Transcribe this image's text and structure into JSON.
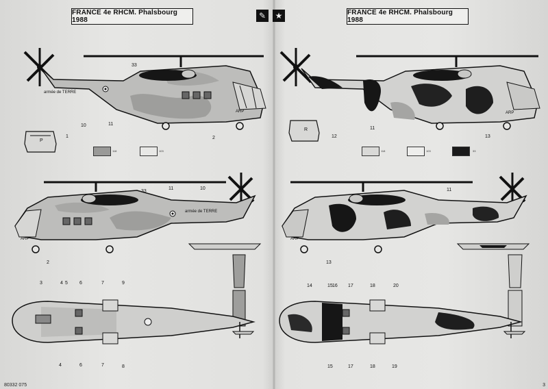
{
  "left_panel": {
    "title": "FRANCE 4e RHCM. Phalsbourg 1988",
    "callouts": {
      "c33": "33",
      "c10": "10",
      "c11": "11",
      "c1": "1",
      "c2": "2",
      "c33b": "33",
      "c11b": "11",
      "c10b": "10",
      "c2b": "2",
      "c3": "3",
      "c4": "4",
      "c5": "5",
      "c6": "6",
      "c7": "7",
      "c9": "9",
      "c4b": "4",
      "c6b": "6",
      "c7b": "7",
      "c8": "8"
    },
    "markings": {
      "armee": "armée de TERRE",
      "armee_b": "armée de TERRE",
      "arp": "ARP",
      "arp_b": "ARP",
      "p": "P"
    },
    "swatches": [
      {
        "label": "118",
        "color": "#9a9a98"
      },
      {
        "label": "103",
        "color": "#e8e8e6"
      }
    ]
  },
  "right_panel": {
    "title": "FRANCE 4e RHCM. Phalsbourg 1988",
    "callouts": {
      "c11": "11",
      "c12": "12",
      "c13": "13",
      "c11b": "11",
      "c13b": "13",
      "c14": "14",
      "c15": "15",
      "c16": "16",
      "c17": "17",
      "c18": "18",
      "c20": "20",
      "c15b": "15",
      "c17b": "17",
      "c18b": "18",
      "c19": "19"
    },
    "markings": {
      "arp": "ARP",
      "arp_b": "ARP",
      "r": "R"
    },
    "swatches": [
      {
        "label": "118",
        "color": "#d9d9d7"
      },
      {
        "label": "103",
        "color": "#eeeeec"
      },
      {
        "label": "33",
        "color": "#1a1a1a"
      }
    ]
  },
  "footer": {
    "code": "80332 075",
    "page": "3"
  },
  "logos": {
    "brush_icon": "brush-icon",
    "star_icon": "star-icon"
  }
}
